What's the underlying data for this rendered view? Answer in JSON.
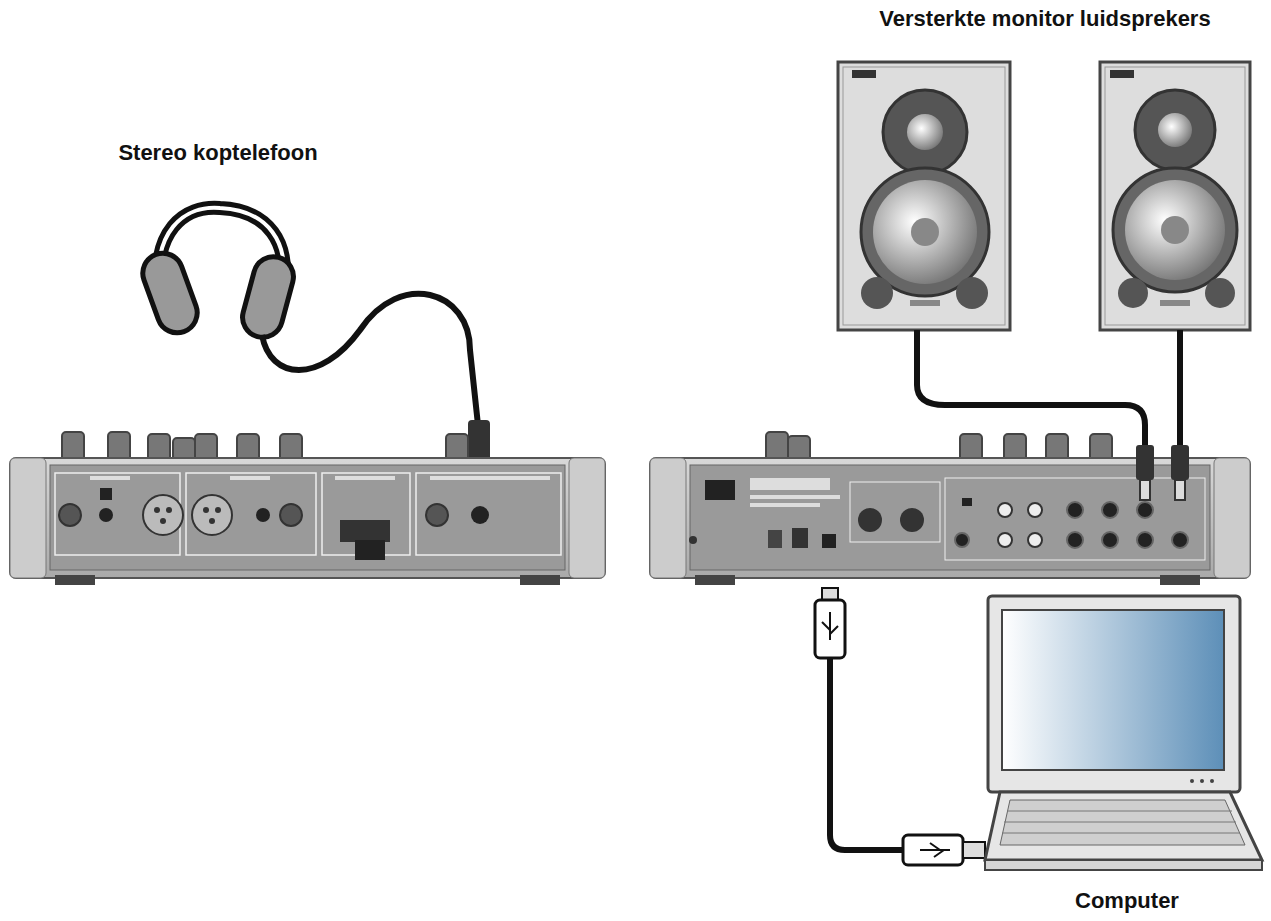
{
  "diagram": {
    "labels": [
      "Versterkte monitor luidsprekers",
      "Stereo koptelefoon",
      "Computer"
    ]
  }
}
